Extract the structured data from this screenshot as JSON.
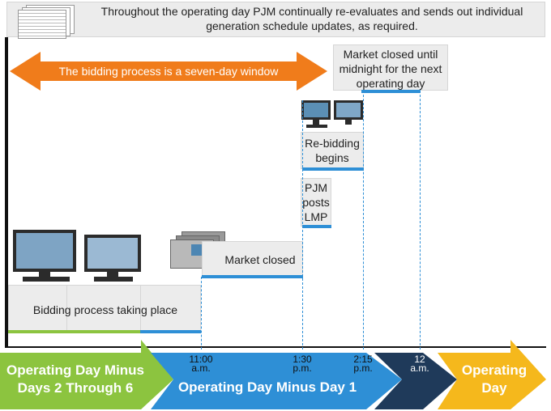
{
  "top_banner": {
    "text": "Throughout the operating day PJM continually re-evaluates and sends out individual generation schedule updates, as required."
  },
  "bidding_window": {
    "label": "The bidding process is a seven-day window",
    "color": "#f07c1b"
  },
  "market_closed_midnight": {
    "label": "Market closed until midnight for the next operating day"
  },
  "rebidding": {
    "label": "Re-bidding begins"
  },
  "pjm_posts": {
    "label": "PJM posts LMP"
  },
  "market_closed": {
    "label": "Market closed"
  },
  "bidding_process": {
    "label": "Bidding process taking place"
  },
  "times": {
    "t1100": "11:00 a.m.",
    "t130": "1:30 p.m.",
    "t215": "2:15 p.m.",
    "t12": "12 a.m."
  },
  "bottom_banners": [
    {
      "label": "Operating Day Minus Days 2 Through 6",
      "color": "#8cc43f"
    },
    {
      "label": "Operating Day Minus Day 1",
      "color": "#2e8fd6"
    },
    {
      "label": "",
      "color": "#1f3a5a"
    },
    {
      "label": "Operating Day",
      "color": "#f5b81c"
    }
  ],
  "colors": {
    "blue": "#2e8fd6",
    "green": "#8cc43f",
    "navy": "#1f3a5a",
    "gold": "#f5b81c",
    "orange": "#f07c1b"
  }
}
